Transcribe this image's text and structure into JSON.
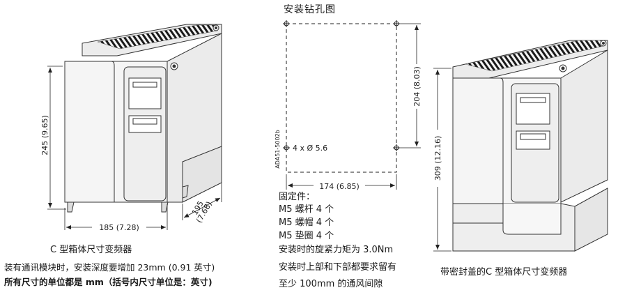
{
  "drilling": {
    "title": "安装钻孔图",
    "dim_height": "204 (8.03)",
    "dim_width": "174 (6.85)",
    "holes": "4 x Ø 5.6",
    "drawing_code": "ADA51-5002b"
  },
  "left_unit": {
    "dim_height": "245 (9.65)",
    "dim_width": "185 (7.28)",
    "dim_depth_a": "195",
    "dim_depth_b": "(7.68)"
  },
  "right_unit": {
    "dim_height": "309 (12.16)"
  },
  "fasteners": {
    "heading": "固定件：",
    "items": [
      "M5 螺杆 4 个",
      "M5 螺帽 4 个",
      "M5 垫圈 4 个"
    ],
    "torque": "安装时的旋紧力矩为 3.0Nm",
    "clearance_1": "安装时上部和下部都要求留有",
    "clearance_2": "至少 100mm 的通风间隙"
  },
  "captions": {
    "left_title": "C 型箱体尺寸变频器",
    "left_note_1": "装有通讯模块时，安装深度要增加 23mm (0.91  英寸)",
    "left_note_2": "所有尺寸的单位都是 mm（括号内尺寸单位是：英寸)",
    "right_title": "带密封盖的C 型箱体尺寸变频器"
  }
}
